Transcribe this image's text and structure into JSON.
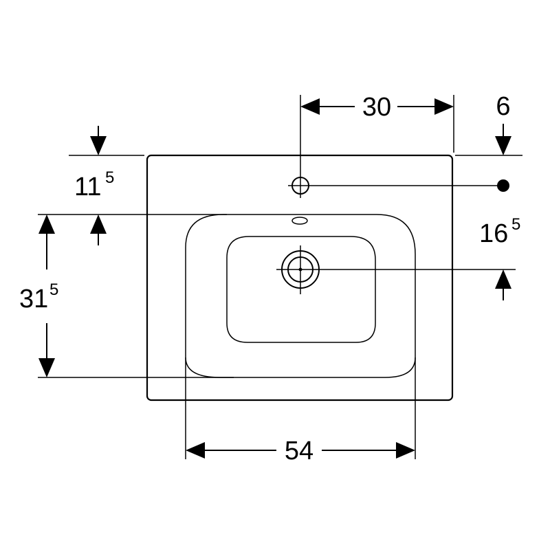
{
  "dimensions": {
    "top_width": {
      "main": "30",
      "sup": ""
    },
    "top_right": {
      "main": "6",
      "sup": ""
    },
    "tap_offset": {
      "main": "11",
      "sup": "5"
    },
    "drain_offset": {
      "main": "16",
      "sup": "5"
    },
    "bowl_depth": {
      "main": "31",
      "sup": "5"
    },
    "bowl_width": {
      "main": "54",
      "sup": ""
    }
  },
  "colors": {
    "line": "#000000",
    "background": "#ffffff"
  }
}
